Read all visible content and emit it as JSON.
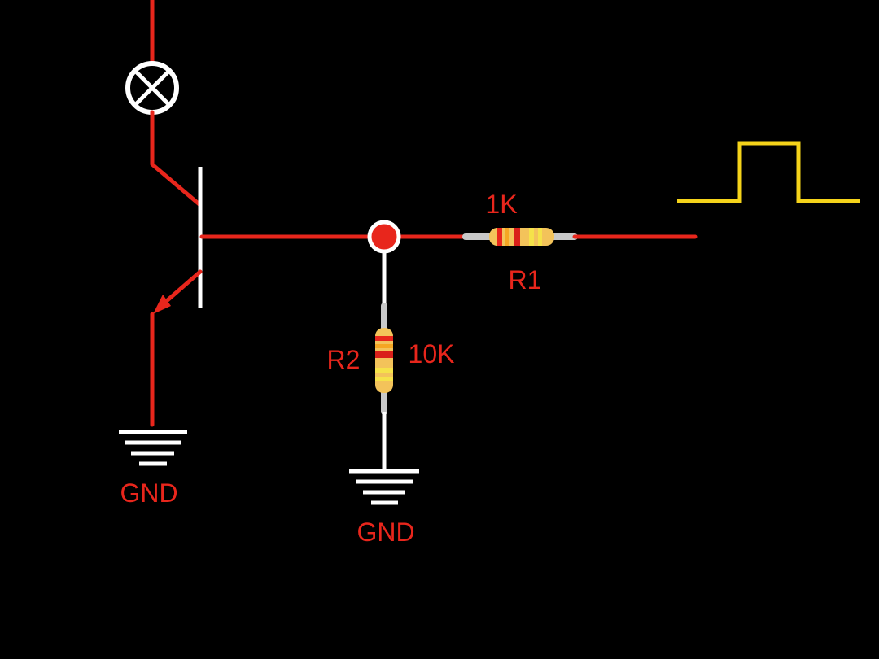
{
  "labels": {
    "r1_value": "1K",
    "r1_name": "R1",
    "r2_value": "10K",
    "r2_name": "R2",
    "gnd_left": "GND",
    "gnd_mid": "GND"
  },
  "colors": {
    "background": "#000000",
    "wire": "#e8261c",
    "symbol": "#ffffff",
    "signal": "#f5d31a",
    "resistor_body": "#f3c35a",
    "resistor_lead": "#c8c8c8"
  },
  "icons": {
    "lamp": "lamp-icon",
    "transistor": "npn-transistor-icon",
    "ground": "ground-icon",
    "resistor": "resistor-icon",
    "pulse": "square-pulse-icon"
  }
}
